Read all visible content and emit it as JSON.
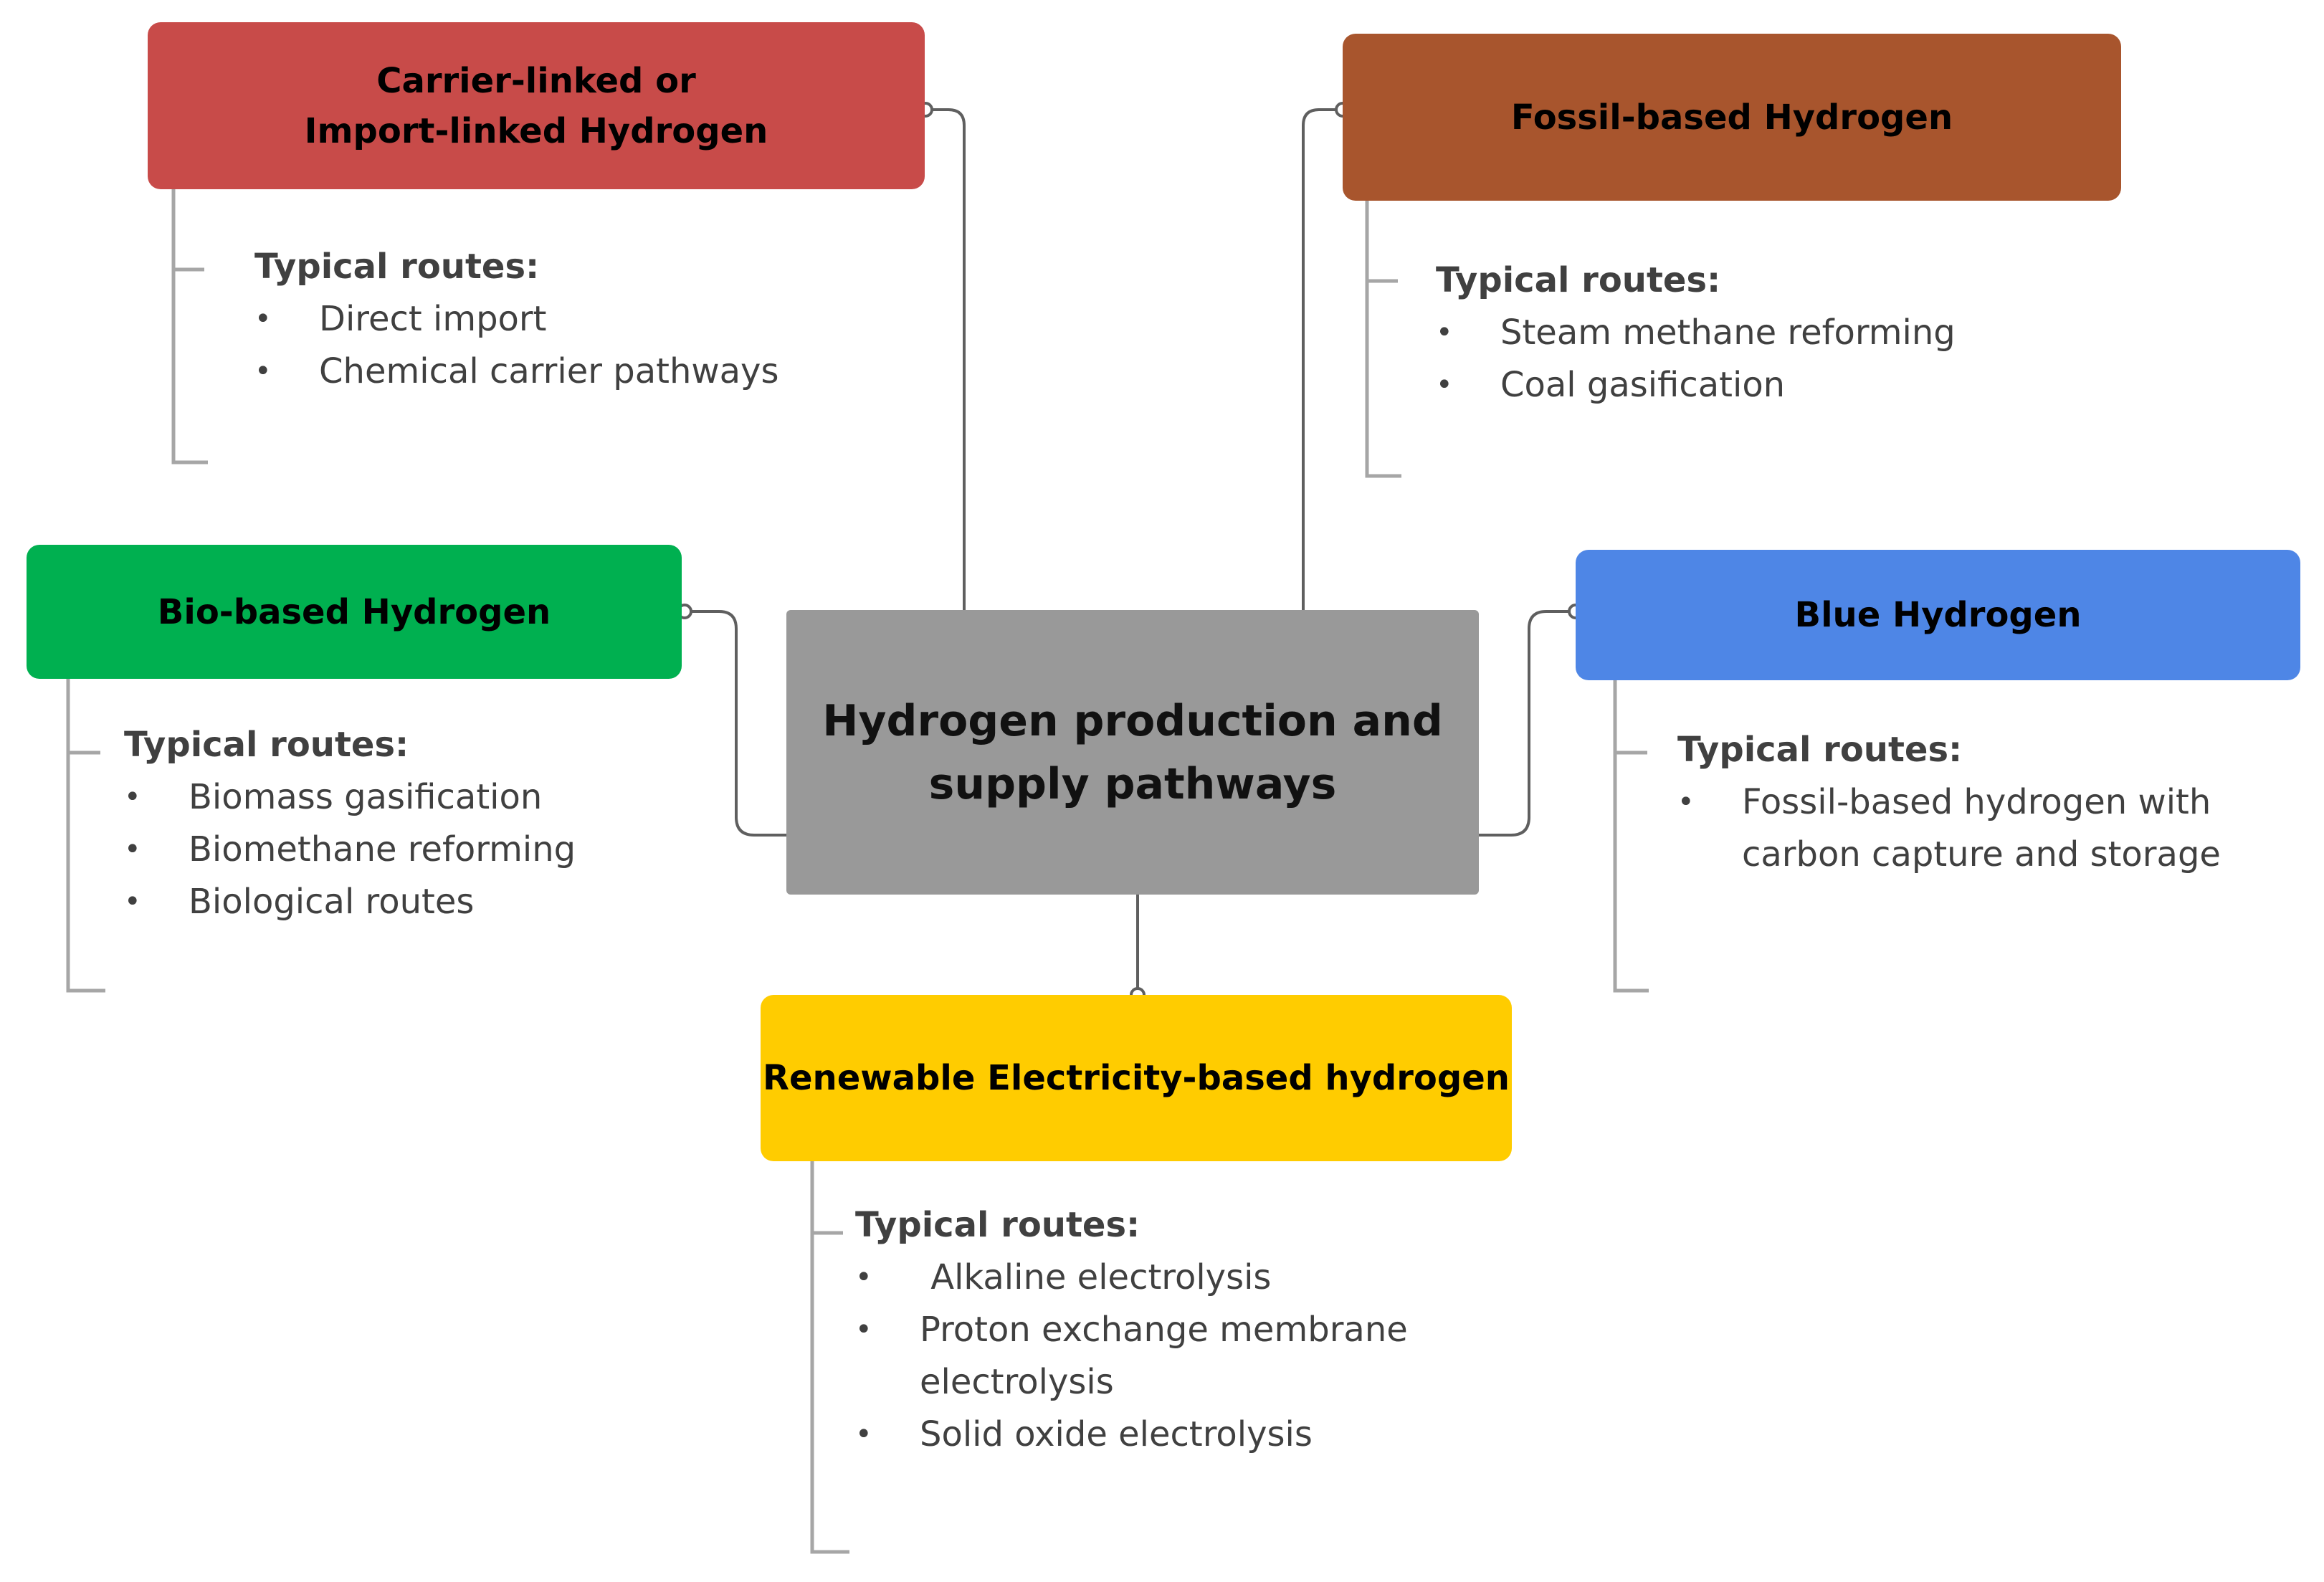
{
  "center": {
    "line1": "Hydrogen production and",
    "line2": "supply pathways",
    "color": "#999999"
  },
  "categories": [
    {
      "id": "carrier",
      "title_lines": [
        "Carrier-linked or",
        "Import-linked Hydrogen"
      ],
      "color": "#C84B49",
      "routes_title": "Typical routes:",
      "routes": [
        "Direct import",
        "Chemical carrier pathways"
      ]
    },
    {
      "id": "fossil",
      "title_lines": [
        "Fossil-based Hydrogen"
      ],
      "color": "#A8552D",
      "routes_title": "Typical routes:",
      "routes": [
        "Steam methane reforming",
        "Coal gasification"
      ]
    },
    {
      "id": "bio",
      "title_lines": [
        "Bio-based Hydrogen"
      ],
      "color": "#00B050",
      "routes_title": "Typical routes:",
      "routes": [
        "Biomass gasification",
        "Biomethane reforming",
        "Biological routes"
      ]
    },
    {
      "id": "blue",
      "title_lines": [
        "Blue Hydrogen"
      ],
      "color": "#4E86E6",
      "routes_title": "Typical routes:",
      "routes": [
        "Fossil-based hydrogen with",
        "carbon capture and storage"
      ]
    },
    {
      "id": "renewable",
      "title_lines": [
        "Renewable Electricity-based hydrogen"
      ],
      "color": "#FFCC00",
      "routes_title": "Typical routes:",
      "routes": [
        " Alkaline electrolysis",
        "Proton exchange membrane",
        "electrolysis",
        "Solid oxide electrolysis"
      ]
    }
  ],
  "connector_color": "#5F5F5F",
  "bracket_color": "#A6A6A6"
}
